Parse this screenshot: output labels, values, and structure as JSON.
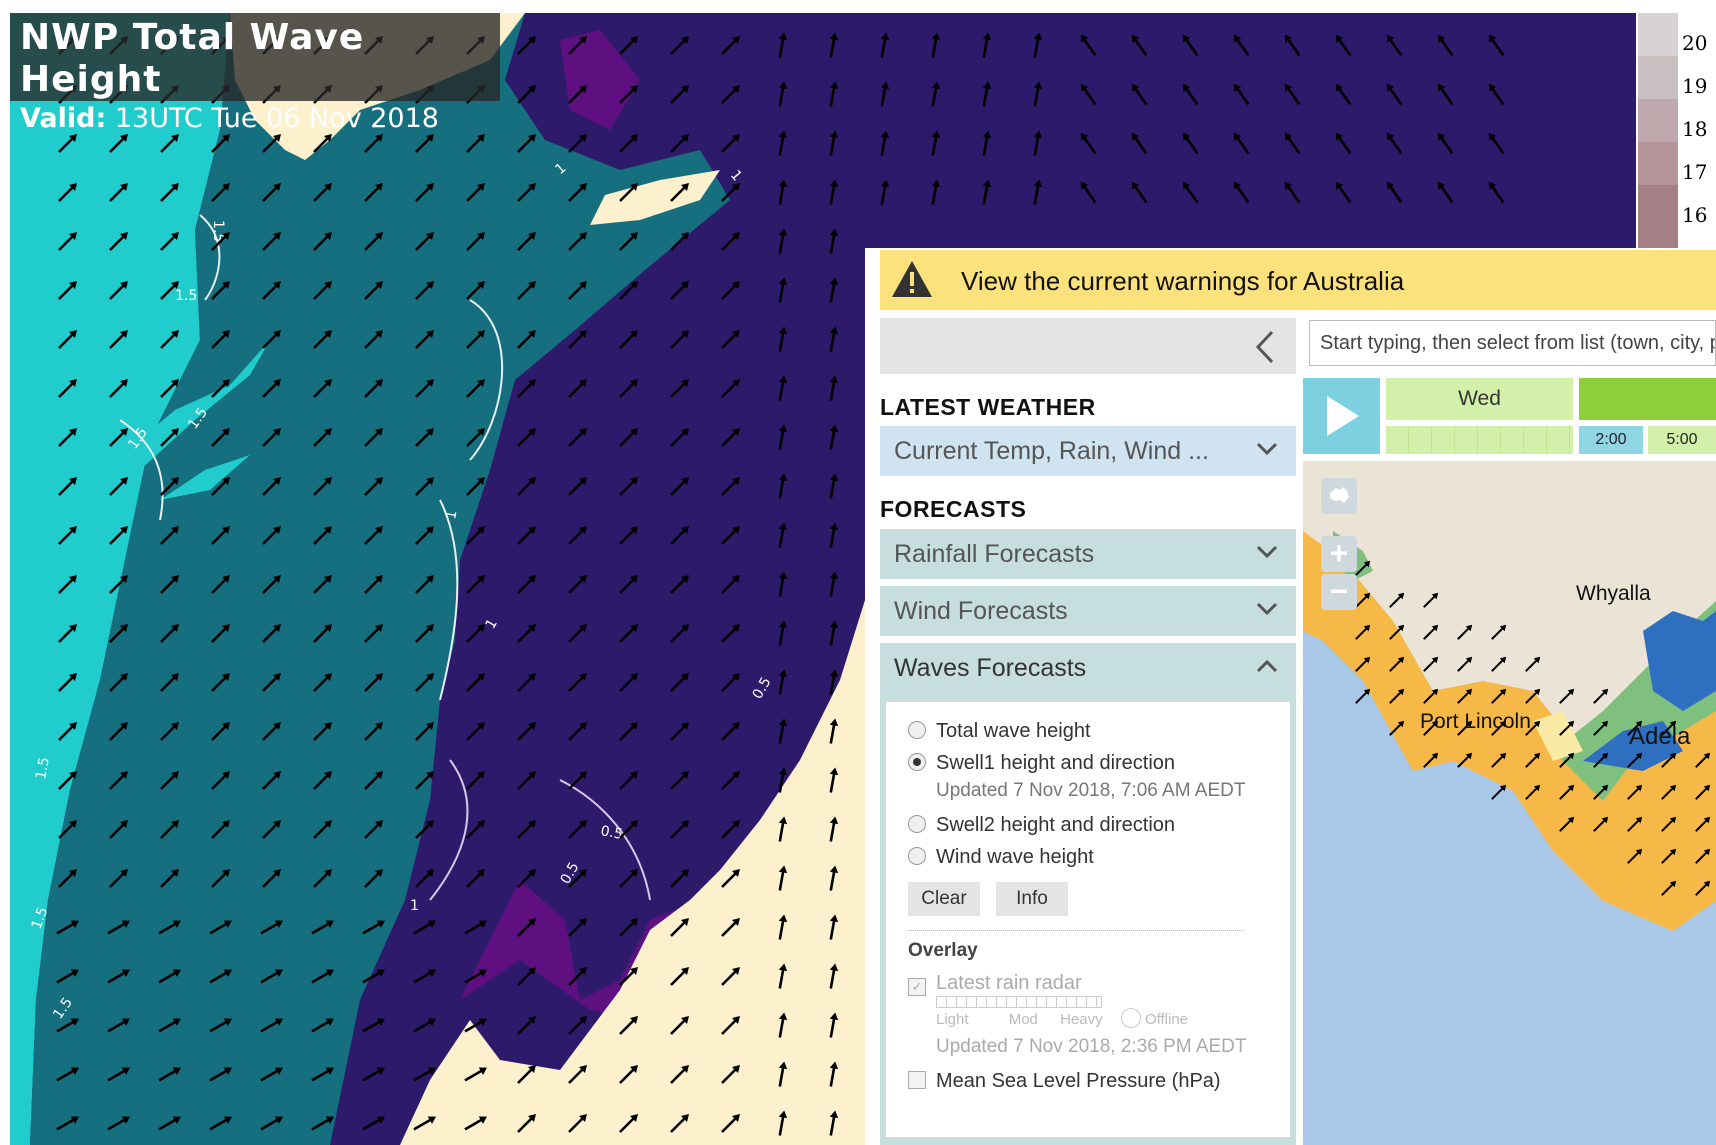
{
  "map": {
    "title": "NWP Total Wave Height",
    "valid_label": "Valid:",
    "valid_time": "13UTC Tue 06 Nov 2018",
    "contours": [
      "1.5",
      "1.5",
      "1.5",
      "1.5",
      "1.5",
      "1.5",
      "1.5",
      "1",
      "1",
      "1",
      "1",
      "1",
      "0.5",
      "0.5",
      "0.5"
    ]
  },
  "legend": {
    "labels": [
      "20",
      "19",
      "18",
      "17",
      "16"
    ],
    "colors": [
      "#d7d2d3",
      "#c9bfc1",
      "#bfa9ac",
      "#b3959a",
      "#a57f86"
    ]
  },
  "warning": {
    "text": "View the current warnings for Australia"
  },
  "sidebar": {
    "latest_weather_heading": "LATEST WEATHER",
    "latest_weather_item": "Current Temp, Rain, Wind ...",
    "forecasts_heading": "FORECASTS",
    "rainfall": "Rainfall Forecasts",
    "wind": "Wind Forecasts",
    "waves": "Waves Forecasts",
    "options": {
      "total": "Total wave height",
      "swell1": "Swell1 height and direction",
      "swell1_updated": "Updated 7 Nov 2018, 7:06 AM AEDT",
      "swell2": "Swell2 height and direction",
      "windwave": "Wind wave height",
      "selected": "swell1"
    },
    "clear_label": "Clear",
    "info_label": "Info",
    "overlay_heading": "Overlay",
    "rain_radar": "Latest rain radar",
    "radar_light": "Light",
    "radar_mod": "Mod",
    "radar_heavy": "Heavy",
    "radar_offline": "Offline",
    "radar_updated": "Updated 7 Nov 2018, 2:36 PM AEDT",
    "mslp": "Mean Sea Level Pressure (hPa)"
  },
  "search": {
    "placeholder": "Start typing, then select from list (town, city, postcode)"
  },
  "timeline": {
    "day": "Wed",
    "times": [
      "2:00",
      "5:00"
    ]
  },
  "minimap": {
    "places": [
      "Whyalla",
      "Port Lincoln",
      "Adela"
    ]
  },
  "colors": {
    "teal_light": "#21cccc",
    "teal_dark": "#156f7e",
    "purple": "#2e1a6b",
    "magenta": "#5f1080",
    "land": "#fdf0cc",
    "warning_yellow": "#fbe27c",
    "swell_orange": "#f6b847"
  }
}
